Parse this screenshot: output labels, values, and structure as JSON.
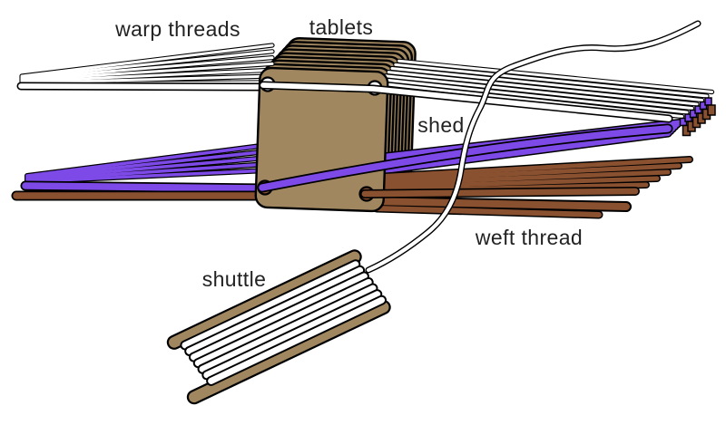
{
  "diagram": {
    "labels": {
      "warp_threads": "warp threads",
      "tablets": "tablets",
      "shed": "shed",
      "weft_thread": "weft thread",
      "shuttle": "shuttle"
    },
    "colors": {
      "background": "#ffffff",
      "card_tan": "#a18760",
      "warp_purple": "#7d4ae8",
      "warp_brown": "#8a5130",
      "thread_white": "#ffffff",
      "outline": "#000000",
      "label_text": "#222222"
    }
  }
}
